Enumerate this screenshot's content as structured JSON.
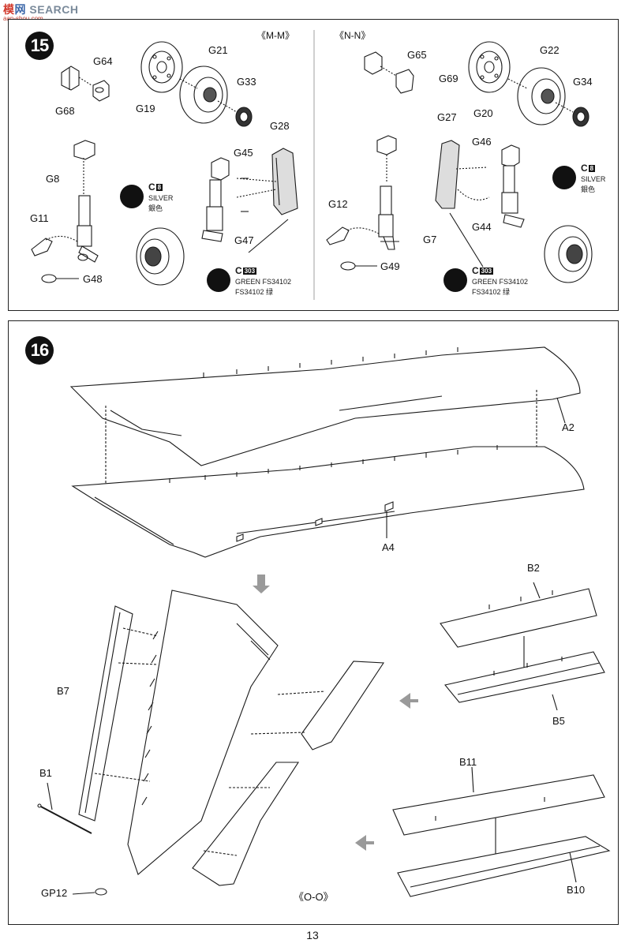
{
  "watermark": {
    "brand_a": "模",
    "brand_b": "网",
    "text": "SEARCH",
    "site": "aan-shou.com"
  },
  "step15": {
    "number": "15",
    "section_left": "《M-M》",
    "section_right": "《N-N》",
    "labels": {
      "G21": "G21",
      "G64": "G64",
      "G68": "G68",
      "G33": "G33",
      "G19": "G19",
      "G28": "G28",
      "G45": "G45",
      "G8": "G8",
      "G11": "G11",
      "G47": "G47",
      "G48": "G48",
      "G65": "G65",
      "G69": "G69",
      "G22": "G22",
      "G34": "G34",
      "G20": "G20",
      "G27": "G27",
      "G46": "G46",
      "G12": "G12",
      "G44": "G44",
      "G7": "G7",
      "G49": "G49"
    },
    "paint_silver": {
      "code": "C",
      "num": "8",
      "name": "SILVER",
      "cn": "銀色"
    },
    "paint_green": {
      "code": "C",
      "num": "303",
      "name": "GREEN FS34102",
      "cn": "FS34102 绿"
    }
  },
  "step16": {
    "number": "16",
    "section": "《O-O》",
    "labels": {
      "A2": "A2",
      "A4": "A4",
      "B2": "B2",
      "B5": "B5",
      "B7": "B7",
      "B1": "B1",
      "B11": "B11",
      "B10": "B10",
      "GP12": "GP12"
    }
  },
  "page_number": "13",
  "colors": {
    "ink": "#1a1a1a",
    "arrow_gray": "#9a9a9a",
    "panel_border": "#222222"
  }
}
